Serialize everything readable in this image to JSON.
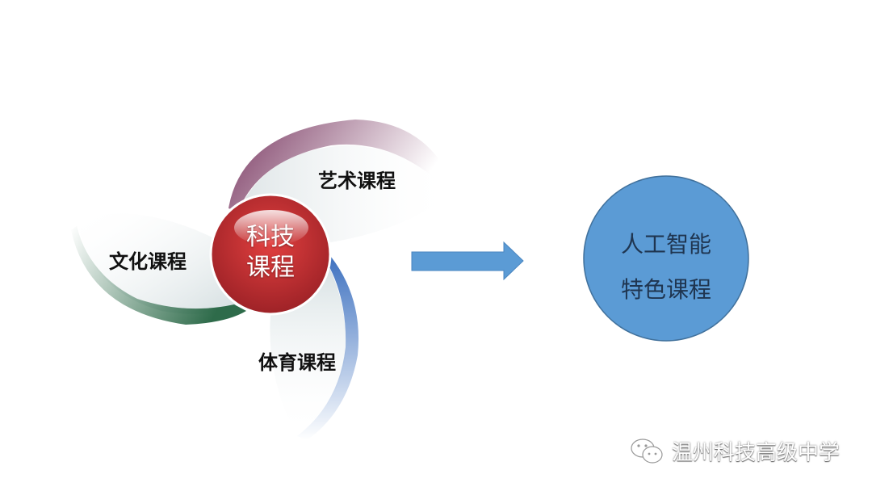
{
  "diagram": {
    "center": {
      "line1": "科技",
      "line2": "课程"
    },
    "petals": [
      {
        "label": "艺术课程",
        "color": "#7b3a63"
      },
      {
        "label": "文化课程",
        "color": "#2e6b4a"
      },
      {
        "label": "体育课程",
        "color": "#4a7cc4"
      }
    ],
    "result": {
      "line1": "人工智能",
      "line2": "特色课程",
      "color": "#5b9bd5"
    },
    "arrow_color": "#5b9bd5"
  },
  "watermark": {
    "icon": "wechat-icon",
    "text": "温州科技高级中学"
  }
}
